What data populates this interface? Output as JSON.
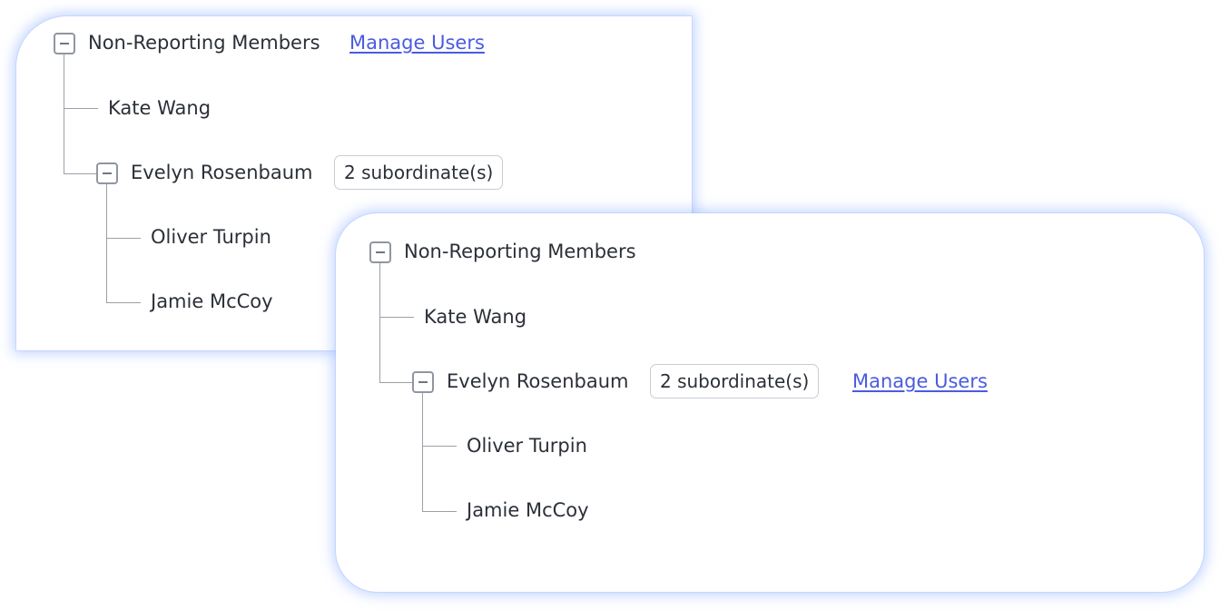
{
  "panel_1": {
    "root_label": "Non-Reporting Members",
    "manage_link": "Manage Users",
    "member_1": "Kate Wang",
    "group_label": "Evelyn Rosenbaum",
    "group_badge": "2 subordinate(s)",
    "child_1": "Oliver Turpin",
    "child_2": "Jamie McCoy"
  },
  "panel_2": {
    "root_label": "Non-Reporting Members",
    "member_1": "Kate Wang",
    "group_label": "Evelyn Rosenbaum",
    "group_badge": "2 subordinate(s)",
    "manage_link": "Manage Users",
    "child_1": "Oliver Turpin",
    "child_2": "Jamie McCoy"
  },
  "icons": {
    "toggle": "collapse-minus-icon"
  },
  "colors": {
    "link": "#4a5be0",
    "card_glow": "#96b4ff",
    "tree_line": "#9aa0a8"
  }
}
